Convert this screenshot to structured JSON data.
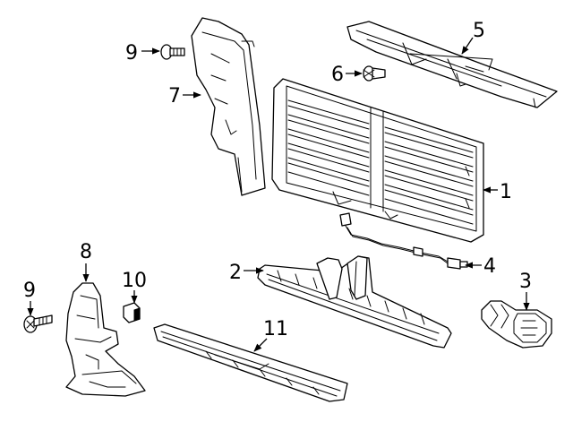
{
  "diagram": {
    "background": "#ffffff",
    "line_color": "#000000",
    "parts": [
      {
        "id": "grille-shutter-assembly",
        "callout": "1"
      },
      {
        "id": "lower-air-deflector",
        "callout": "2"
      },
      {
        "id": "shutter-actuator",
        "callout": "3"
      },
      {
        "id": "wiring-harness",
        "callout": "4"
      },
      {
        "id": "upper-baffle",
        "callout": "5"
      },
      {
        "id": "push-pin-retainer",
        "callout": "6"
      },
      {
        "id": "upper-side-baffle",
        "callout": "7"
      },
      {
        "id": "lower-side-baffle",
        "callout": "8"
      },
      {
        "id": "bolt-upper",
        "callout": "9"
      },
      {
        "id": "bolt-lower",
        "callout": "9"
      },
      {
        "id": "clip",
        "callout": "10"
      },
      {
        "id": "lower-deflector-bar",
        "callout": "11"
      }
    ]
  }
}
